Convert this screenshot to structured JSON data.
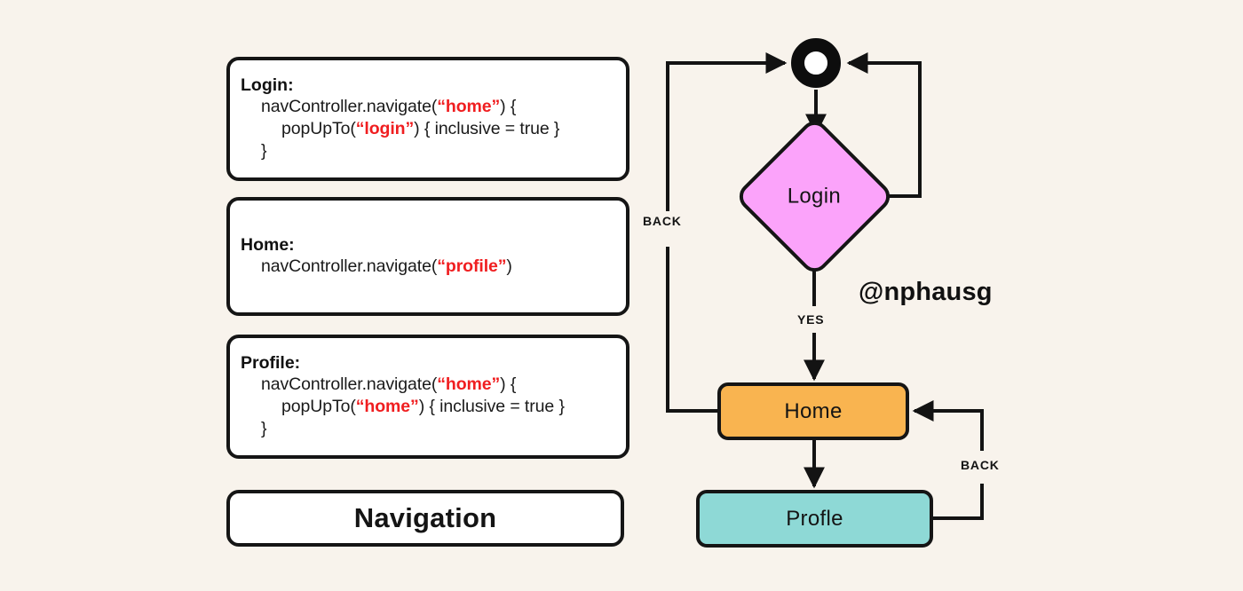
{
  "canvas": {
    "background_color": "#f8f3ec",
    "title": "Navigation"
  },
  "code_cards": [
    {
      "id": "login",
      "heading": "Login:",
      "lines": [
        {
          "indent": 1,
          "parts": [
            {
              "text": "navController.navigate(",
              "style": "plain"
            },
            {
              "text": "“home”",
              "style": "string"
            },
            {
              "text": ") {",
              "style": "plain"
            }
          ]
        },
        {
          "indent": 2,
          "parts": [
            {
              "text": "popUpTo(",
              "style": "plain"
            },
            {
              "text": "“login”",
              "style": "string"
            },
            {
              "text": ") { inclusive = true }",
              "style": "plain"
            }
          ]
        },
        {
          "indent": 1,
          "parts": [
            {
              "text": "}",
              "style": "plain"
            }
          ]
        }
      ]
    },
    {
      "id": "home",
      "heading": "Home:",
      "lines": [
        {
          "indent": 1,
          "parts": [
            {
              "text": "navController.navigate(",
              "style": "plain"
            },
            {
              "text": "“profile”",
              "style": "string"
            },
            {
              "text": ")",
              "style": "plain"
            }
          ]
        }
      ]
    },
    {
      "id": "profile",
      "heading": "Profile:",
      "lines": [
        {
          "indent": 1,
          "parts": [
            {
              "text": "navController.navigate(",
              "style": "plain"
            },
            {
              "text": "“home”",
              "style": "string"
            },
            {
              "text": ") {",
              "style": "plain"
            }
          ]
        },
        {
          "indent": 2,
          "parts": [
            {
              "text": "popUpTo(",
              "style": "plain"
            },
            {
              "text": "“home”",
              "style": "string"
            },
            {
              "text": ") { inclusive = true }",
              "style": "plain"
            }
          ]
        },
        {
          "indent": 1,
          "parts": [
            {
              "text": "}",
              "style": "plain"
            }
          ]
        }
      ]
    }
  ],
  "flowchart": {
    "nodes": {
      "start": {
        "label": "",
        "shape": "donut",
        "color": "#0d0d0d"
      },
      "login": {
        "label": "Login",
        "shape": "diamond",
        "color": "#fba3fa"
      },
      "home": {
        "label": "Home",
        "shape": "rounded-rect",
        "color": "#f9b450"
      },
      "profile": {
        "label": "Profle",
        "shape": "rounded-rect",
        "color": "#8ed9d6"
      }
    },
    "edge_labels": {
      "back_left": "BACK",
      "yes": "YES",
      "back_right": "BACK"
    },
    "stroke_color": "#131313"
  },
  "watermark": {
    "handle": "@nphausg"
  },
  "colors": {
    "background": "#f8f3ec",
    "card_background": "#ffffff",
    "stroke": "#131313",
    "string_literal": "#f01e20",
    "login_fill": "#fba3fa",
    "home_fill": "#f9b450",
    "profile_fill": "#8ed9d6"
  }
}
